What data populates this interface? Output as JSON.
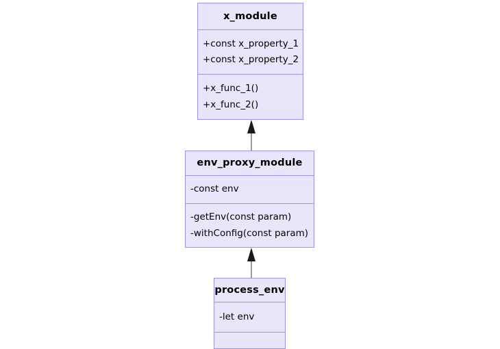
{
  "diagram": {
    "type": "uml-class-diagram",
    "background_color": "#ffffff",
    "class_fill_color": "#e8e6fb",
    "class_border_color": "#a78fe0",
    "connector_color": "#9b9b9b",
    "arrowhead_color": "#1a1a1a",
    "text_color": "#000000",
    "classes": [
      {
        "id": "x_module",
        "name": "x_module",
        "attributes": [
          "+const x_property_1",
          "+const x_property_2"
        ],
        "methods": [
          "+x_func_1()",
          "+x_func_2()"
        ]
      },
      {
        "id": "env_proxy_module",
        "name": "env_proxy_module",
        "attributes": [
          "-const env"
        ],
        "methods": [
          "-getEnv(const param)",
          "-withConfig(const param)"
        ]
      },
      {
        "id": "process_env",
        "name": "process_env",
        "attributes": [
          "-let env"
        ],
        "methods": []
      }
    ],
    "relationships": [
      {
        "id": "env_proxy_module-to-x_module",
        "kind": "generalization",
        "from": "env_proxy_module",
        "to": "x_module",
        "arrowhead": "solid-triangle",
        "direction": "up"
      },
      {
        "id": "process_env-to-env_proxy_module",
        "kind": "generalization",
        "from": "process_env",
        "to": "env_proxy_module",
        "arrowhead": "solid-triangle",
        "direction": "up"
      }
    ]
  }
}
